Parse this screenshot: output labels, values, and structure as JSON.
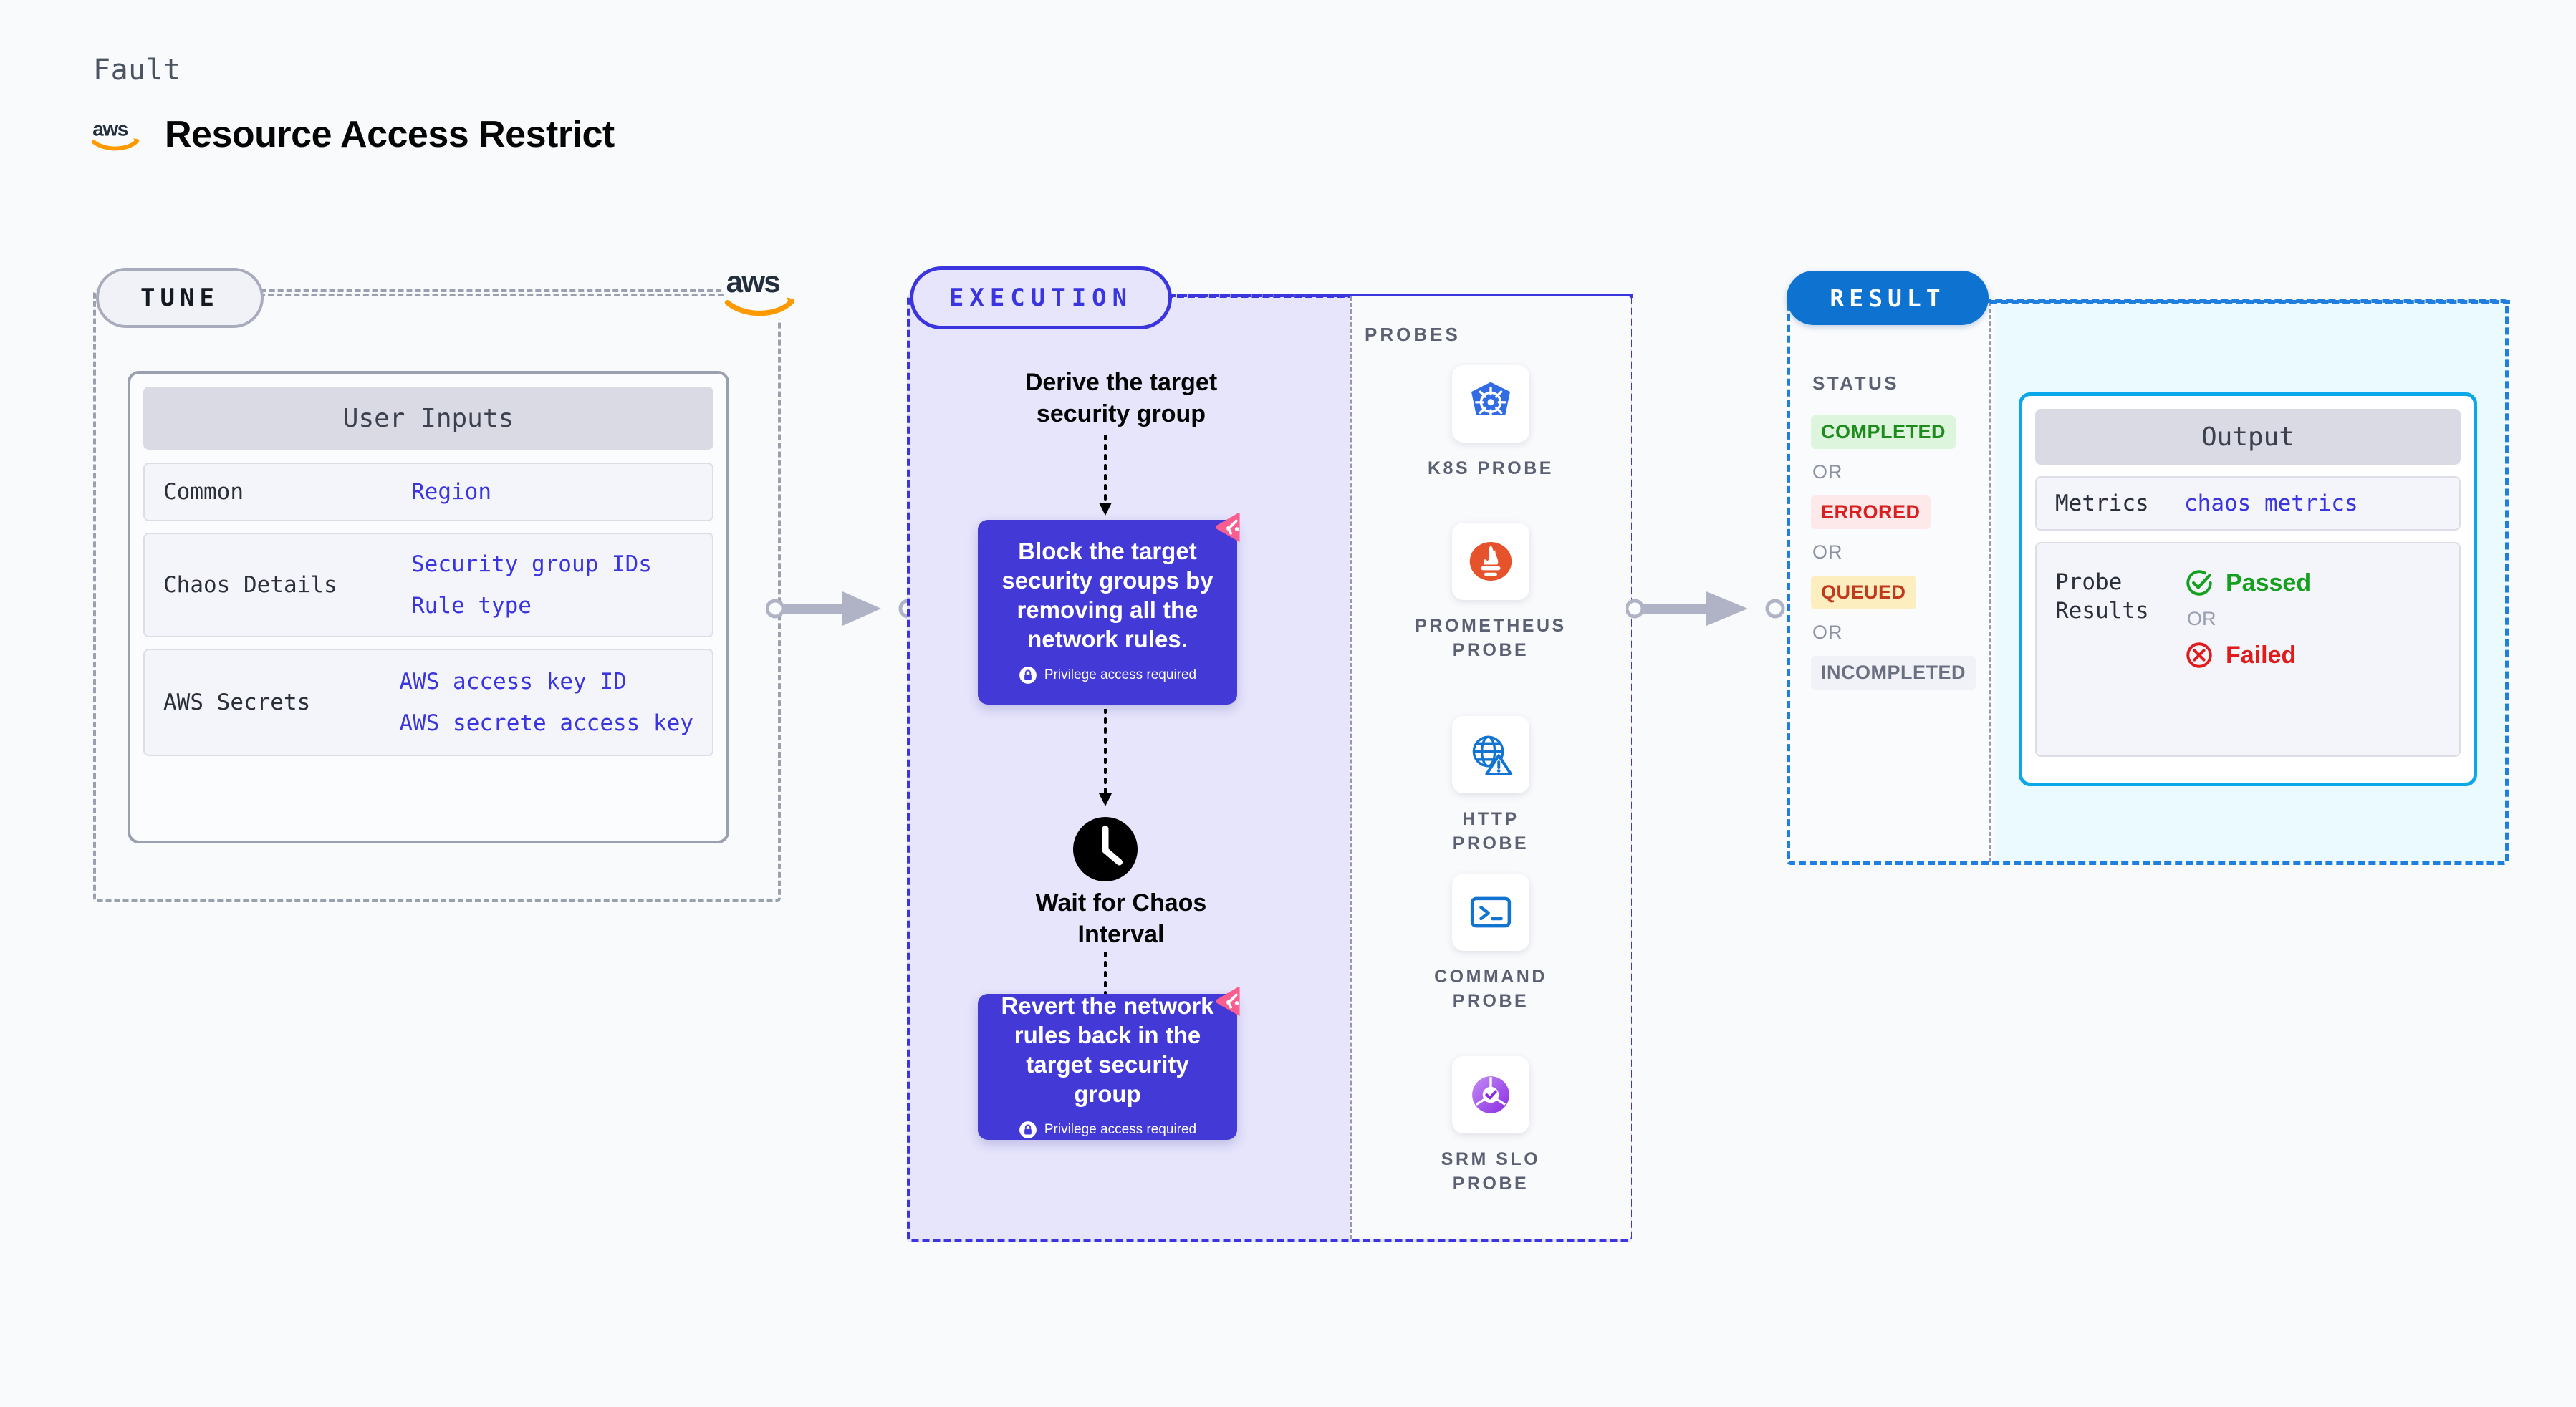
{
  "header": {
    "kicker": "Fault",
    "title": "Resource Access Restrict",
    "logo_icon": "aws-logo-icon"
  },
  "colors": {
    "background": "#f8fafc",
    "tune_border": "#9aa0ae",
    "execution_accent": "#3b35e0",
    "execution_fill": "#e6e5fb",
    "result_accent": "#1f7ede",
    "result_fill": "#eafaff",
    "action_box": "#4339d6",
    "litmus_pink": "#fa5d8f",
    "value_text": "#3b35e0",
    "output_border": "#0aa8e8"
  },
  "tune": {
    "badge": "TUNE",
    "logo_icon": "aws-logo-icon",
    "card": {
      "header": "User Inputs",
      "rows": [
        {
          "label": "Common",
          "values": [
            "Region"
          ]
        },
        {
          "label": "Chaos Details",
          "values": [
            "Security group IDs",
            "Rule type"
          ]
        },
        {
          "label": "AWS Secrets",
          "values": [
            "AWS access key ID",
            "AWS secrete access key"
          ]
        }
      ]
    }
  },
  "execution": {
    "badge": "EXECUTION",
    "flow": {
      "derive_step": "Derive the target\nsecurity group",
      "block_step": {
        "title": "Block the target security groups by removing all the network rules.",
        "privilege_note": "Privilege access required",
        "privilege_icon": "lock-icon",
        "corner_icon": "litmus-logo-icon"
      },
      "wait_step": {
        "icon": "clock-icon",
        "label": "Wait for Chaos\nInterval"
      },
      "revert_step": {
        "title": "Revert the network rules back in the target security group",
        "privilege_note": "Privilege access required",
        "privilege_icon": "lock-icon",
        "corner_icon": "litmus-logo-icon"
      }
    },
    "probes": {
      "title": "PROBES",
      "items": [
        {
          "label": "K8S PROBE",
          "icon": "kubernetes-icon"
        },
        {
          "label": "PROMETHEUS PROBE",
          "icon": "prometheus-icon"
        },
        {
          "label": "HTTP PROBE",
          "icon": "http-globe-warning-icon"
        },
        {
          "label": "COMMAND PROBE",
          "icon": "terminal-icon"
        },
        {
          "label": "SRM SLO PROBE",
          "icon": "srm-slo-icon"
        }
      ]
    }
  },
  "result": {
    "badge": "RESULT",
    "status": {
      "title": "STATUS",
      "or_label": "OR",
      "items": [
        {
          "label": "COMPLETED",
          "bg": "#ddf5dd",
          "fg": "#1d8c1d"
        },
        {
          "label": "ERRORED",
          "bg": "#fde9e9",
          "fg": "#d92020"
        },
        {
          "label": "QUEUED",
          "bg": "#fdeec0",
          "fg": "#c23a1e"
        },
        {
          "label": "INCOMPLETED",
          "bg": "#f1f2f7",
          "fg": "#6a7082"
        }
      ]
    },
    "output": {
      "header": "Output",
      "metrics_label": "Metrics",
      "metrics_value": "chaos metrics",
      "probe_results_label": "Probe Results",
      "passed_label": "Passed",
      "failed_label": "Failed",
      "or_label": "OR",
      "passed_icon": "check-circle-icon",
      "failed_icon": "x-circle-icon"
    }
  },
  "connectors": [
    {
      "name": "tune-to-execution"
    },
    {
      "name": "execution-to-result"
    }
  ]
}
